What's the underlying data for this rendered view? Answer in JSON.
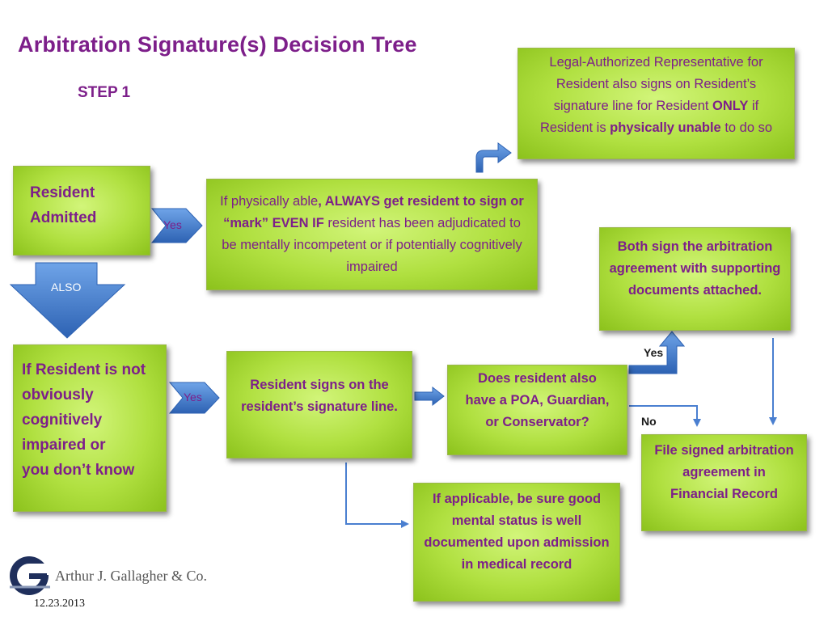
{
  "title": "Arbitration Signature(s) Decision Tree",
  "step": "STEP 1",
  "nodes": {
    "resident_admitted": {
      "line1": "Resident",
      "line2": "Admitted"
    },
    "physically_able": {
      "p1": "If physically able",
      "p2": ", ALWAYS get resident to sign or ",
      "p3": "“mark” EVEN IF",
      "p4": " resident has been adjudicated to be mentally incompetent or if potentially cognitively impaired"
    },
    "legal_rep": {
      "p1": "Legal-Authorized Representative for Resident also signs on Resident’s signature line for Resident ",
      "p2": "ONLY",
      "p3": "  if Resident is ",
      "p4": "physically unable",
      "p5": " to do so"
    },
    "not_impaired": {
      "line1": "If Resident is not",
      "line2": "obviously",
      "line3": "cognitively",
      "line4": "impaired or",
      "line5": "you don’t know"
    },
    "resident_signs": "Resident signs on the resident’s signature line.",
    "poa_question": "Does resident also have a POA, Guardian, or Conservator?",
    "both_sign": "Both sign the arbitration agreement with supporting documents attached.",
    "file_signed": "File signed arbitration agreement in Financial Record",
    "mental_status": "If applicable, be sure good mental status is well documented upon admission in medical record"
  },
  "arrows": {
    "yes_top": "Yes",
    "also": "ALSO",
    "yes_bottom": "Yes",
    "yes_poa": "Yes",
    "no_poa": "No"
  },
  "footer": {
    "company": "Arthur J. Gallagher & Co.",
    "date": "12.23.2013"
  },
  "colors": {
    "title_purple": "#7d1f8a",
    "box_green": "#b0e040",
    "arrow_blue": "#3a72c4"
  }
}
